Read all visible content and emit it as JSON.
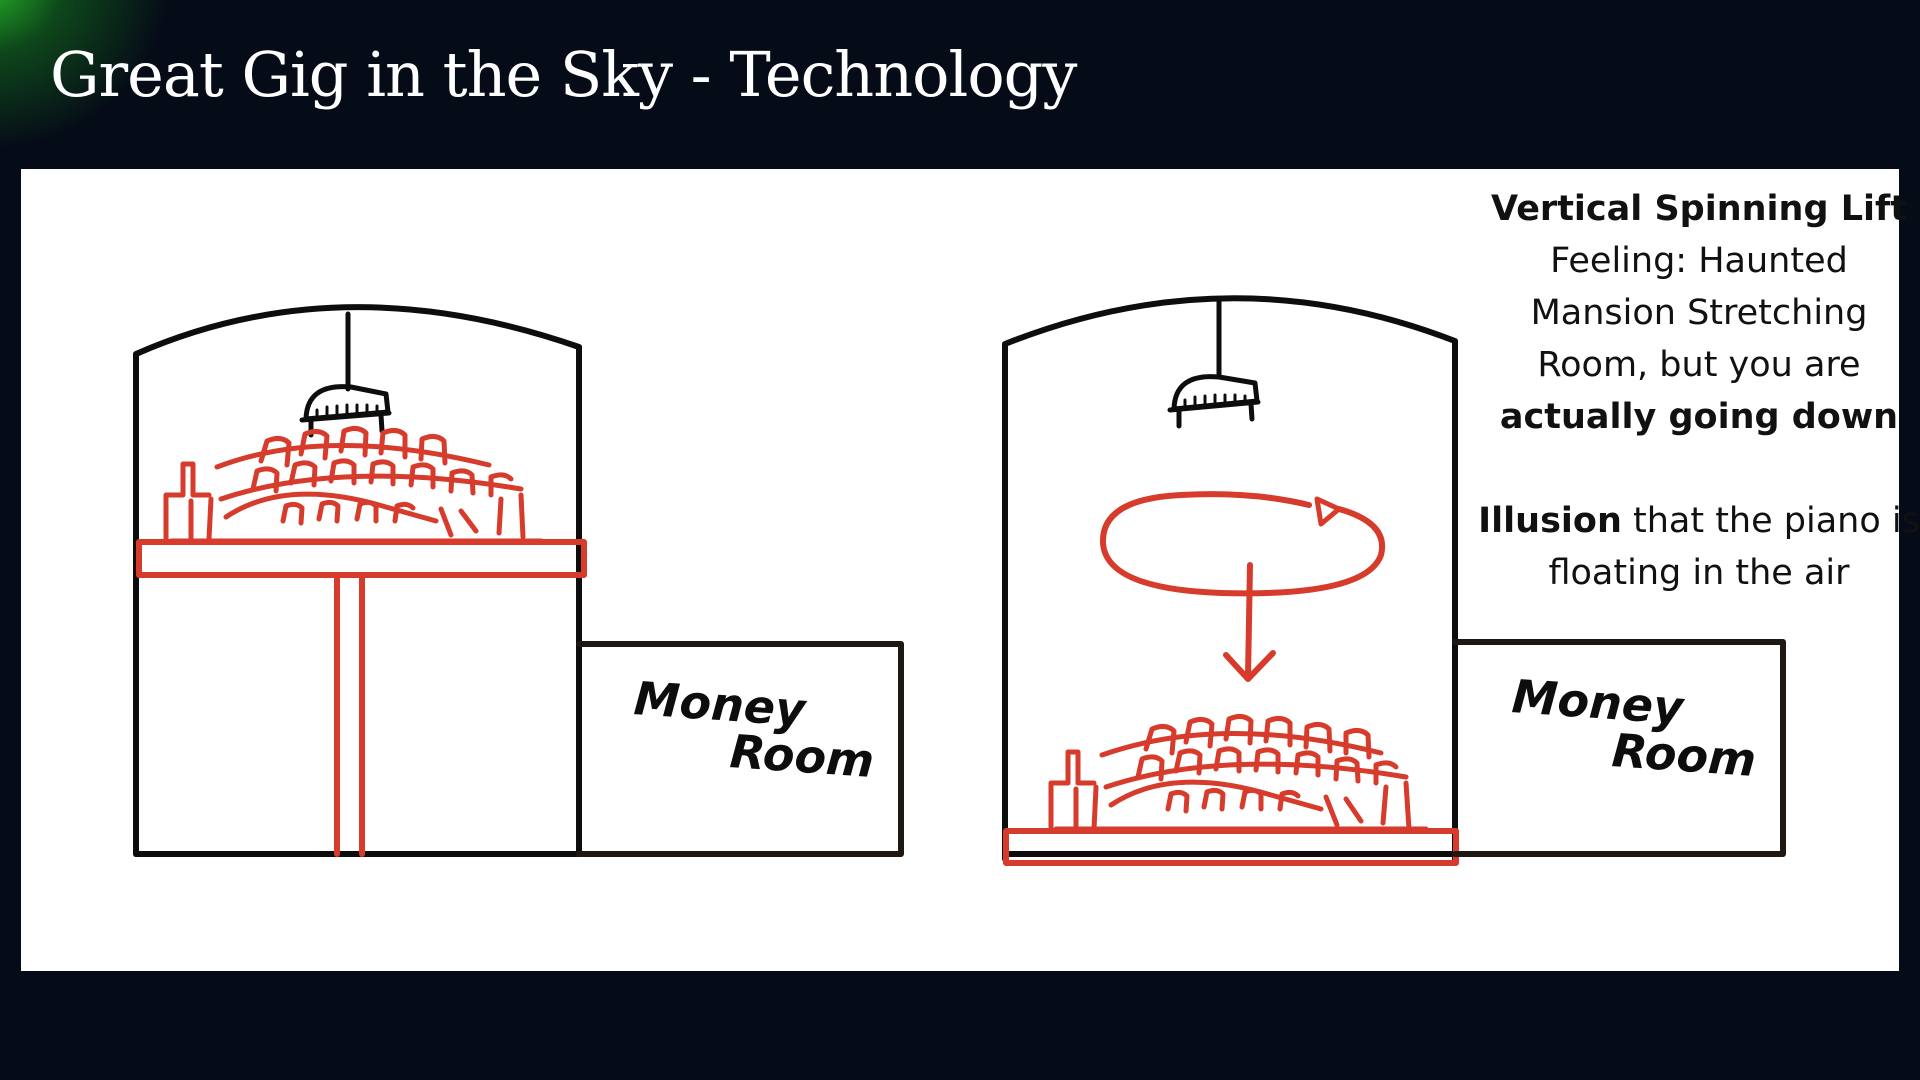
{
  "slide": {
    "title": "Great Gig in the Sky - Technology"
  },
  "diagram": {
    "left_room_label": [
      "Money",
      "Room"
    ],
    "right_room_label": [
      "Money",
      "Room"
    ],
    "colors": {
      "ink": "#0d0d0d",
      "red": "#d63b2c",
      "background": "#060c17",
      "panel": "#ffffff",
      "accent_glow": "#2bbf2b"
    }
  },
  "caption": {
    "heading": "Vertical Spinning Lift",
    "line1": "Feeling: Haunted",
    "line2": "Mansion Stretching",
    "line3": "Room, but you are",
    "line4_bold": "actually going down",
    "illusion_bold": "Illusion",
    "illusion_rest": " that the piano is",
    "line6": "floating in the air"
  }
}
